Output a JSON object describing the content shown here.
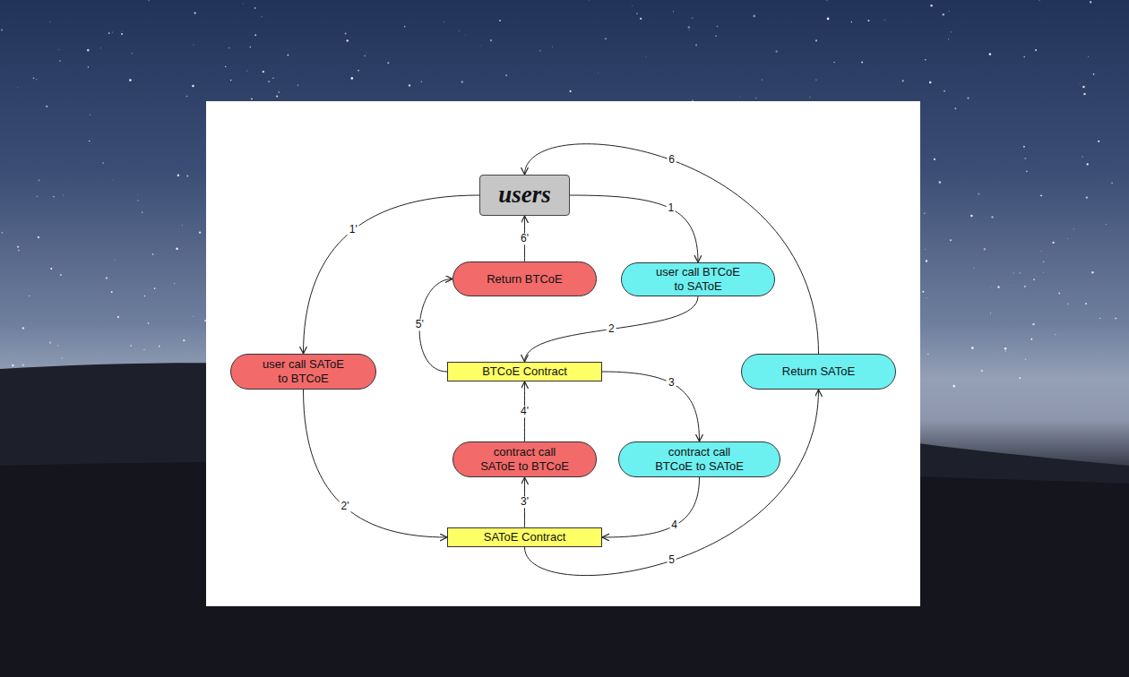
{
  "diagram": {
    "nodes": [
      {
        "text": [
          "users"
        ]
      },
      {
        "text": [
          "Return BTCoE"
        ]
      },
      {
        "text": [
          "user call BTCoE to SAToE"
        ]
      },
      {
        "text": [
          "user call SAToE to BTCoE"
        ]
      },
      {
        "text": [
          "BTCoE Contract"
        ]
      },
      {
        "text": [
          "Return SAToE"
        ]
      },
      {
        "text": [
          "contract call SAToE to BTCoE"
        ]
      },
      {
        "text": [
          "contract call BTCoE to SAToE"
        ]
      },
      {
        "text": [
          "SAToE Contract"
        ]
      }
    ],
    "edges": [
      {
        "from": 0,
        "to": 2,
        "label": "1",
        "arrow": "to"
      },
      {
        "from": 2,
        "to": 4,
        "label": "2",
        "arrow": "to"
      },
      {
        "from": 4,
        "to": 7,
        "label": "3",
        "arrow": "to"
      },
      {
        "from": 7,
        "to": 8,
        "label": "4",
        "arrow": "to"
      },
      {
        "from": 8,
        "to": 5,
        "label": "5",
        "arrow": "to"
      },
      {
        "from": 5,
        "to": 0,
        "label": "6",
        "arrow": "to"
      },
      {
        "from": 0,
        "to": 3,
        "label": "1'",
        "arrow": "to"
      },
      {
        "from": 3,
        "to": 8,
        "label": "2'",
        "arrow": "to"
      },
      {
        "from": 8,
        "to": 6,
        "label": "3'",
        "arrow": "to"
      },
      {
        "from": 6,
        "to": 4,
        "label": "4'",
        "arrow": "to"
      },
      {
        "from": 4,
        "to": 1,
        "label": "5'",
        "arrow": "to"
      },
      {
        "from": 1,
        "to": 0,
        "label": "6'",
        "arrow": "to"
      }
    ]
  }
}
